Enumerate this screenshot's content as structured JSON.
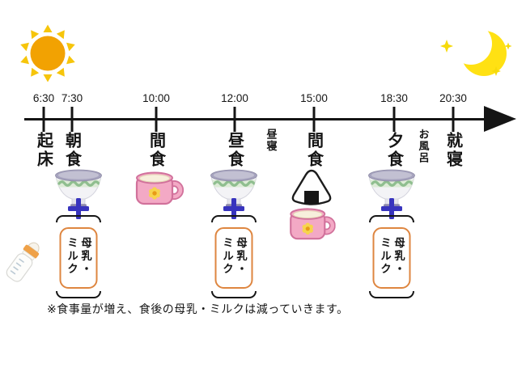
{
  "diagram": {
    "kind": "daily feeding schedule timeline",
    "footnote": "※食事量が増え、食後の母乳・ミルクは減っていきます。"
  },
  "timeline": {
    "events": [
      {
        "time": "6:30",
        "label": "起床"
      },
      {
        "time": "7:30",
        "label": "朝食"
      },
      {
        "time": "10:00",
        "label": "間食"
      },
      {
        "time": "12:00",
        "label": "昼食"
      },
      {
        "time": "",
        "label": "昼寝"
      },
      {
        "time": "15:00",
        "label": "間食"
      },
      {
        "time": "18:30",
        "label": "夕食"
      },
      {
        "time": "",
        "label": "お風呂"
      },
      {
        "time": "20:30",
        "label": "就寝"
      }
    ]
  },
  "milk": {
    "label": "母乳・ミルク"
  },
  "icons": {
    "sun": "sun-icon",
    "moon": "moon-with-stars-icon",
    "rice_bowl": "rice-bowl-icon",
    "cup": "pink-cup-icon",
    "onigiri": "rice-ball-icon",
    "baby_bottle": "baby-bottle-icon",
    "plus": "plus-icon",
    "arrow": "arrow-right-icon"
  },
  "colors": {
    "ink": "#151515",
    "plus_blue": "#3834BE",
    "milk_box_orange": "#DE8640",
    "sun_body": "#F2A202",
    "sun_rays": "#F6C50B",
    "moon_yellow": "#FFE113",
    "star_yellow": "#F6DA0B",
    "cup_pink": "#F3A9C5",
    "cup_outline": "#D1719B",
    "bowl_rim_gray": "#A6A3BE",
    "bowl_wave_green": "#8FBE8F"
  }
}
